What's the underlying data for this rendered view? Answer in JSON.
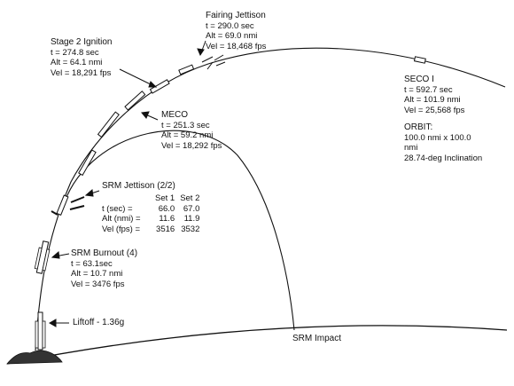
{
  "events": {
    "fairing": {
      "title": "Fairing Jettison",
      "t": "t = 290.0 sec",
      "alt": "Alt = 69.0 nmi",
      "vel": "Vel = 18,468 fps"
    },
    "stage2": {
      "title": "Stage 2 Ignition",
      "t": "t = 274.8 sec",
      "alt": "Alt = 64.1 nmi",
      "vel": "Vel = 18,291 fps"
    },
    "meco": {
      "title": "MECO",
      "t": "t = 251.3 sec",
      "alt": "Alt = 59.2 nmi",
      "vel": "Vel = 18,292 fps"
    },
    "seco": {
      "title": "SECO I",
      "t": "t = 592.7 sec",
      "alt": "Alt = 101.9 nmi",
      "vel": "Vel = 25,568 fps"
    },
    "burnout": {
      "title": "SRM Burnout (4)",
      "t": "t = 63.1sec",
      "alt": "Alt = 10.7 nmi",
      "vel": "Vel = 3476 fps"
    },
    "liftoff": {
      "title": "Liftoff - 1.36g"
    },
    "impact": {
      "title": "SRM Impact"
    }
  },
  "orbit": {
    "title": "ORBIT:",
    "line1": "100.0 nmi x 100.0",
    "line2": "nmi",
    "line3": "28.74-deg Inclination"
  },
  "jettison": {
    "title": "SRM Jettison (2/2)",
    "headers": [
      "",
      "Set 1",
      "Set 2"
    ],
    "rows": [
      {
        "label": "t (sec) =",
        "set1": "66.0",
        "set2": "67.0"
      },
      {
        "label": "Alt (nmi) =",
        "set1": "11.6",
        "set2": "11.9"
      },
      {
        "label": "Vel (fps) =",
        "set1": "3516",
        "set2": "3532"
      }
    ]
  }
}
